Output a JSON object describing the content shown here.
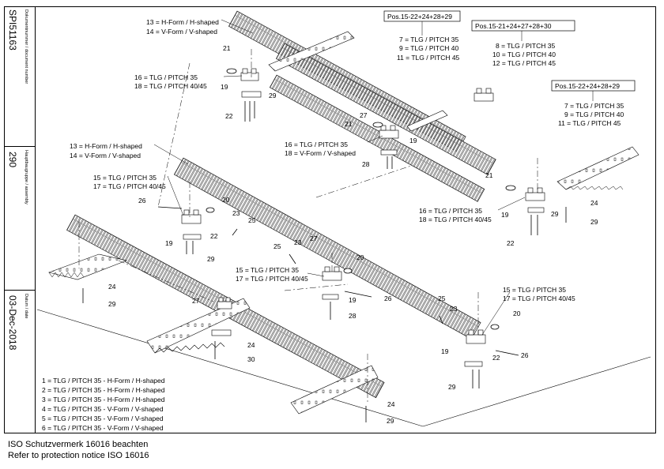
{
  "sidebar": {
    "doc_label": "Dokumentnummer / document number",
    "doc_value": "SPI51163",
    "assembly_label": "Hauptbaugruppe / assembly",
    "assembly_value": "290",
    "date_label": "Datum / date",
    "date_value": "03-Dec-2018"
  },
  "boxes": {
    "box1": "Pos.15-22+24+28+29",
    "box2": "Pos.15-21+24+27+28+30",
    "box3": "Pos.15-22+24+28+29"
  },
  "callouts": {
    "h13a": "13 = H-Form / H-shaped",
    "v14a": "14 = V-Form / V-shaped",
    "t7a": "7 = TLG / PITCH 35",
    "t9a": "9 = TLG / PITCH 40",
    "t11a": "11 = TLG / PITCH 45",
    "t8": "8 = TLG / PITCH 35",
    "t10": "10 = TLG / PITCH 40",
    "t12": "12 = TLG / PITCH 45",
    "t7b": "7 = TLG / PITCH 35",
    "t9b": "9 = TLG / PITCH 40",
    "t11b": "11 = TLG / PITCH 45",
    "t16a": "16 = TLG / PITCH 35",
    "t18a": "18 = TLG / PITCH 40/45",
    "t16b": "16 = TLG / PITCH 35",
    "t18b": "18 = V-Form / V-shaped",
    "t16c": "16 = TLG / PITCH 35",
    "t18c": "18 = TLG / PITCH 40/45",
    "h13b": "13 = H-Form / H-shaped",
    "v14b": "14 = V-Form / V-shaped",
    "t15a": "15 = TLG / PITCH 35",
    "t17a": "17 = TLG / PITCH 40/45",
    "t15b": "15 = TLG / PITCH 35",
    "t17b": "17 = TLG / PITCH 40/45",
    "t15c": "15 = TLG / PITCH 35",
    "t17c": "17 = TLG / PITCH 40/45"
  },
  "numbers": {
    "n21a": "21",
    "n19a": "19",
    "n29a": "29",
    "n22a": "22",
    "n21b": "21",
    "n27a": "27",
    "n19b": "19",
    "n28a": "28",
    "n21c": "21",
    "n19c": "19",
    "n29c": "29",
    "n24a": "24",
    "n29d": "29",
    "n22c": "22",
    "n26a": "26",
    "n20a": "20",
    "n23a": "23",
    "n25a": "25",
    "n22b": "22",
    "n19d": "19",
    "n29b": "29",
    "n24b": "24",
    "n29e": "29",
    "n25b": "25",
    "n23b": "23",
    "n27b": "27",
    "n20b": "20",
    "n19e": "19",
    "n26b": "26",
    "n28b": "28",
    "n25c": "25",
    "n23c": "23",
    "n20c": "20",
    "n19f": "19",
    "n26c": "26",
    "n22d": "22",
    "n29f": "29",
    "n27c": "27",
    "n24c": "24",
    "n30": "30",
    "n24d": "24",
    "n29g": "29"
  },
  "legend": [
    "1 = TLG / PITCH 35 - H-Form / H-shaped",
    "2 = TLG / PITCH 35 - H-Form / H-shaped",
    "3 = TLG / PITCH 35 - H-Form / H-shaped",
    "4 = TLG / PITCH 35 - V-Form / V-shaped",
    "5 = TLG / PITCH 35 - V-Form / V-shaped",
    "6 = TLG / PITCH 35 - V-Form / V-shaped"
  ],
  "footer": {
    "line1": "ISO Schutzvermerk 16016 beachten",
    "line2": "Refer to protection notice ISO 16016"
  }
}
